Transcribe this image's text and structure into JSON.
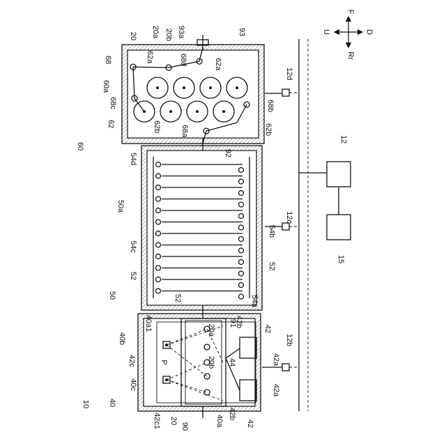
{
  "labels": {
    "l20": "20",
    "l20a": "20a",
    "l20b": "20b",
    "l93a": "93a",
    "l93": "93",
    "l68": "68",
    "l62a_top": "62a",
    "l68d": "68d",
    "l62a_right": "62a",
    "l12d": "12d",
    "l60a": "60a",
    "l68c": "68c",
    "l62": "62",
    "l62b_left": "62b",
    "l68a": "68a",
    "l62b_right": "62b",
    "l68b": "68b",
    "l60": "60",
    "l54d": "54d",
    "l92": "92",
    "l12": "12",
    "l50a": "50a",
    "l12c": "12c",
    "l54c": "54c",
    "l54b": "54b",
    "l52_left": "52",
    "l52_right": "52",
    "l52_bottom": "52",
    "l50": "50",
    "l54a": "54a",
    "l91": "91",
    "l15": "15",
    "l40b": "40b",
    "l40a1": "40a1",
    "l20a_low": "20a",
    "l42b_top": "42b",
    "l42_top": "42",
    "l12b": "12b",
    "l42c": "42c",
    "lP": "P",
    "l44": "44",
    "l42a_mid": "42a",
    "l40c": "40c",
    "l20b_low": "20b",
    "l10": "10",
    "l40": "40",
    "l42a_low": "42a",
    "l42c1": "42c1",
    "l20_low": "20",
    "l90": "90",
    "l40a": "40a",
    "l42b_low": "42b",
    "l42_low": "42"
  },
  "compass": {
    "up": "F",
    "down": "Rr",
    "left": "U",
    "right": "D"
  }
}
